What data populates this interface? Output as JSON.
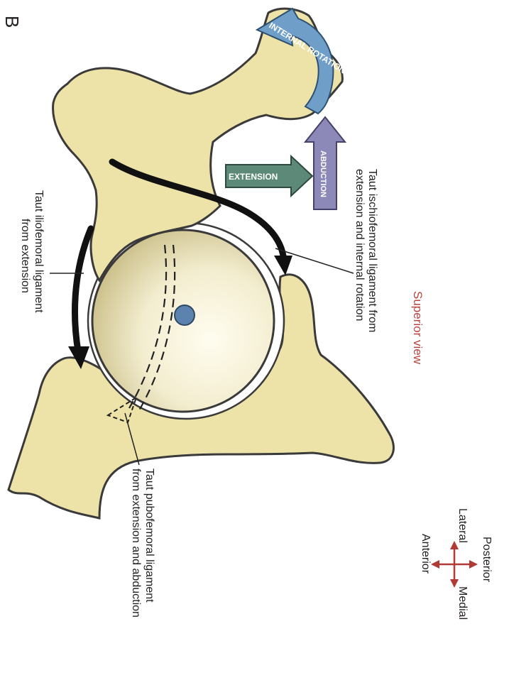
{
  "panel_letter": "B",
  "view_title": "Superior view",
  "motion_arrows": {
    "internal_rotation": "INTERNAL ROTATION",
    "extension": "EXTENSION",
    "abduction": "ABDUCTION"
  },
  "labels": {
    "ischiofemoral_line1": "Taut ischiofemoral ligament from",
    "ischiofemoral_line2": "extension and internal rotation",
    "iliofemoral_line1": "Taut iliofemoral ligament",
    "iliofemoral_line2": "from extension",
    "pubofemoral_line1": "Taut pubofemoral ligament",
    "pubofemoral_line2": "from extension and abduction"
  },
  "orientation": {
    "posterior": "Posterior",
    "anterior": "Anterior",
    "lateral": "Lateral",
    "medial": "Medial"
  },
  "colors": {
    "bone": "#ede3a8",
    "outline": "#3a3a3a",
    "rotation_arrow": "#6f9ec9",
    "extension_arrow": "#5d8a78",
    "abduction_arrow": "#8c88b8",
    "view_title": "#b8443f",
    "compass": "#b03a35",
    "femoral_head_dot": "#5b83ad"
  }
}
